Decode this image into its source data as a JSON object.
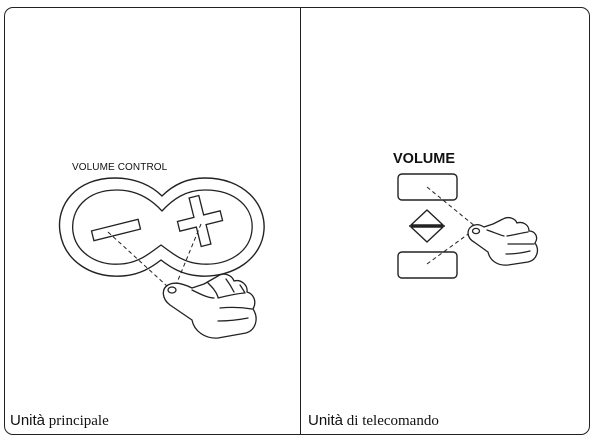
{
  "panels": {
    "left": {
      "label": "VOLUME CONTROL",
      "caption_prefix": "Unità",
      "caption_rest": " principale"
    },
    "right": {
      "label": "VOLUME",
      "caption_prefix": "Unità",
      "caption_rest": " di telecomando"
    }
  },
  "icons": [
    "minus-icon",
    "plus-icon",
    "pointing-hand-icon",
    "up-down-arrow-icon"
  ]
}
